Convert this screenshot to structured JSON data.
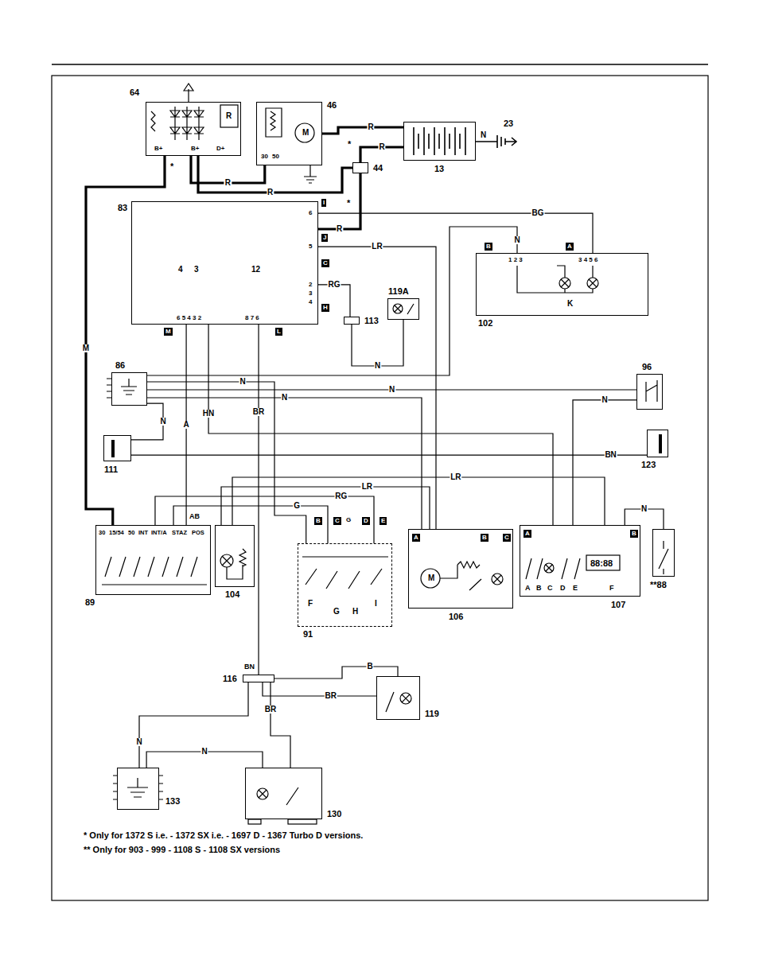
{
  "diagram": {
    "nodes": [
      {
        "text": [
          "64",
          "R",
          "B+",
          "B+",
          "D+"
        ]
      },
      {
        "text": [
          "46",
          "M",
          "30",
          "50"
        ]
      },
      {
        "text": [
          "13"
        ]
      },
      {
        "text": [
          "44"
        ]
      },
      {
        "text": [
          "83",
          "4",
          "3",
          "12",
          "6",
          "5",
          "2",
          "3",
          "4",
          "6 5 4 3 2",
          "8 7 6",
          "I",
          "J",
          "C",
          "H",
          "M",
          "L"
        ]
      },
      {
        "text": [
          "102",
          "B",
          "1 2 3",
          "A",
          "3 4 5 6",
          "K"
        ]
      },
      {
        "text": [
          "113"
        ]
      },
      {
        "text": [
          "119A"
        ]
      },
      {
        "text": [
          "86"
        ]
      },
      {
        "text": [
          "96"
        ]
      },
      {
        "text": [
          "111"
        ]
      },
      {
        "text": [
          "123"
        ]
      },
      {
        "text": [
          "89",
          "30",
          "15/54",
          "50",
          "INT",
          "INT/A",
          "STAZ",
          "POS"
        ]
      },
      {
        "text": [
          "104"
        ]
      },
      {
        "text": [
          "91",
          "B",
          "C",
          "G",
          "D",
          "E",
          "F",
          "G",
          "H",
          "I"
        ]
      },
      {
        "text": [
          "106",
          "A",
          "B",
          "C",
          "M"
        ]
      },
      {
        "text": [
          "107",
          "A",
          "B",
          "A",
          "B",
          "C",
          "D",
          "E",
          "F",
          "88:88"
        ]
      },
      {
        "text": [
          "**88"
        ]
      },
      {
        "text": [
          "116"
        ]
      },
      {
        "text": [
          "119"
        ]
      },
      {
        "text": [
          "133"
        ]
      },
      {
        "text": [
          "130"
        ]
      }
    ],
    "edges": [
      {
        "from": 0,
        "to": 12,
        "label": "M",
        "arrow": "none"
      },
      {
        "from": 0,
        "to": 1,
        "label": "R",
        "arrow": "none"
      },
      {
        "from": 1,
        "to": 2,
        "label": "R",
        "arrow": "none"
      },
      {
        "from": 0,
        "to": 3,
        "label": "R",
        "arrow": "none"
      },
      {
        "from": 3,
        "to": 2,
        "label": "R",
        "arrow": "none"
      },
      {
        "from": 3,
        "to": 4,
        "label": "R",
        "arrow": "none"
      },
      {
        "from": 4,
        "to": 5,
        "label": "BG",
        "arrow": "none"
      },
      {
        "from": 4,
        "to": 15,
        "label": "LR",
        "arrow": "none"
      },
      {
        "from": 4,
        "to": 6,
        "label": "RG",
        "arrow": "none"
      },
      {
        "from": 6,
        "to": 7,
        "label": "N",
        "arrow": "none"
      },
      {
        "from": 4,
        "to": 12,
        "label": "A",
        "arrow": "none"
      },
      {
        "from": 4,
        "to": 16,
        "label": "HN",
        "arrow": "none"
      },
      {
        "from": 4,
        "to": 18,
        "label": "BR",
        "arrow": "none"
      },
      {
        "from": 8,
        "to": 5,
        "label": "N",
        "arrow": "none"
      },
      {
        "from": 8,
        "to": 9,
        "label": "N",
        "arrow": "none"
      },
      {
        "from": 8,
        "to": 14,
        "label": "N",
        "arrow": "none"
      },
      {
        "from": 8,
        "to": 15,
        "label": "N",
        "arrow": "none"
      },
      {
        "from": 8,
        "to": 10,
        "label": "N",
        "arrow": "none"
      },
      {
        "from": 10,
        "to": 11,
        "label": "BN",
        "arrow": "none"
      },
      {
        "from": 12,
        "to": 14,
        "label": "G",
        "arrow": "none"
      },
      {
        "from": 12,
        "to": 14,
        "label": "RG",
        "arrow": "none"
      },
      {
        "from": 13,
        "to": 15,
        "label": "LR",
        "arrow": "none"
      },
      {
        "from": 13,
        "to": 16,
        "label": "LR",
        "arrow": "none"
      },
      {
        "from": 16,
        "to": 17,
        "label": "N",
        "arrow": "none"
      },
      {
        "from": 9,
        "to": 16,
        "label": "N",
        "arrow": "none"
      },
      {
        "from": 18,
        "to": 19,
        "label": "B",
        "arrow": "none"
      },
      {
        "from": 18,
        "to": 19,
        "label": "BR",
        "arrow": "none"
      },
      {
        "from": 18,
        "to": 20,
        "label": "N",
        "arrow": "none"
      },
      {
        "from": 18,
        "to": 21,
        "label": "BR",
        "arrow": "none"
      },
      {
        "from": 20,
        "to": 21,
        "label": "N",
        "arrow": "none"
      }
    ],
    "labels": [
      "23",
      "N",
      "*",
      "*",
      "*",
      "AB",
      "BN",
      "* Only for 1372 S i.e. - 1372 SX i.e. - 1697 D - 1367 Turbo D versions.",
      "** Only for 903 - 999 - 1108 S - 1108 SX versions"
    ]
  }
}
